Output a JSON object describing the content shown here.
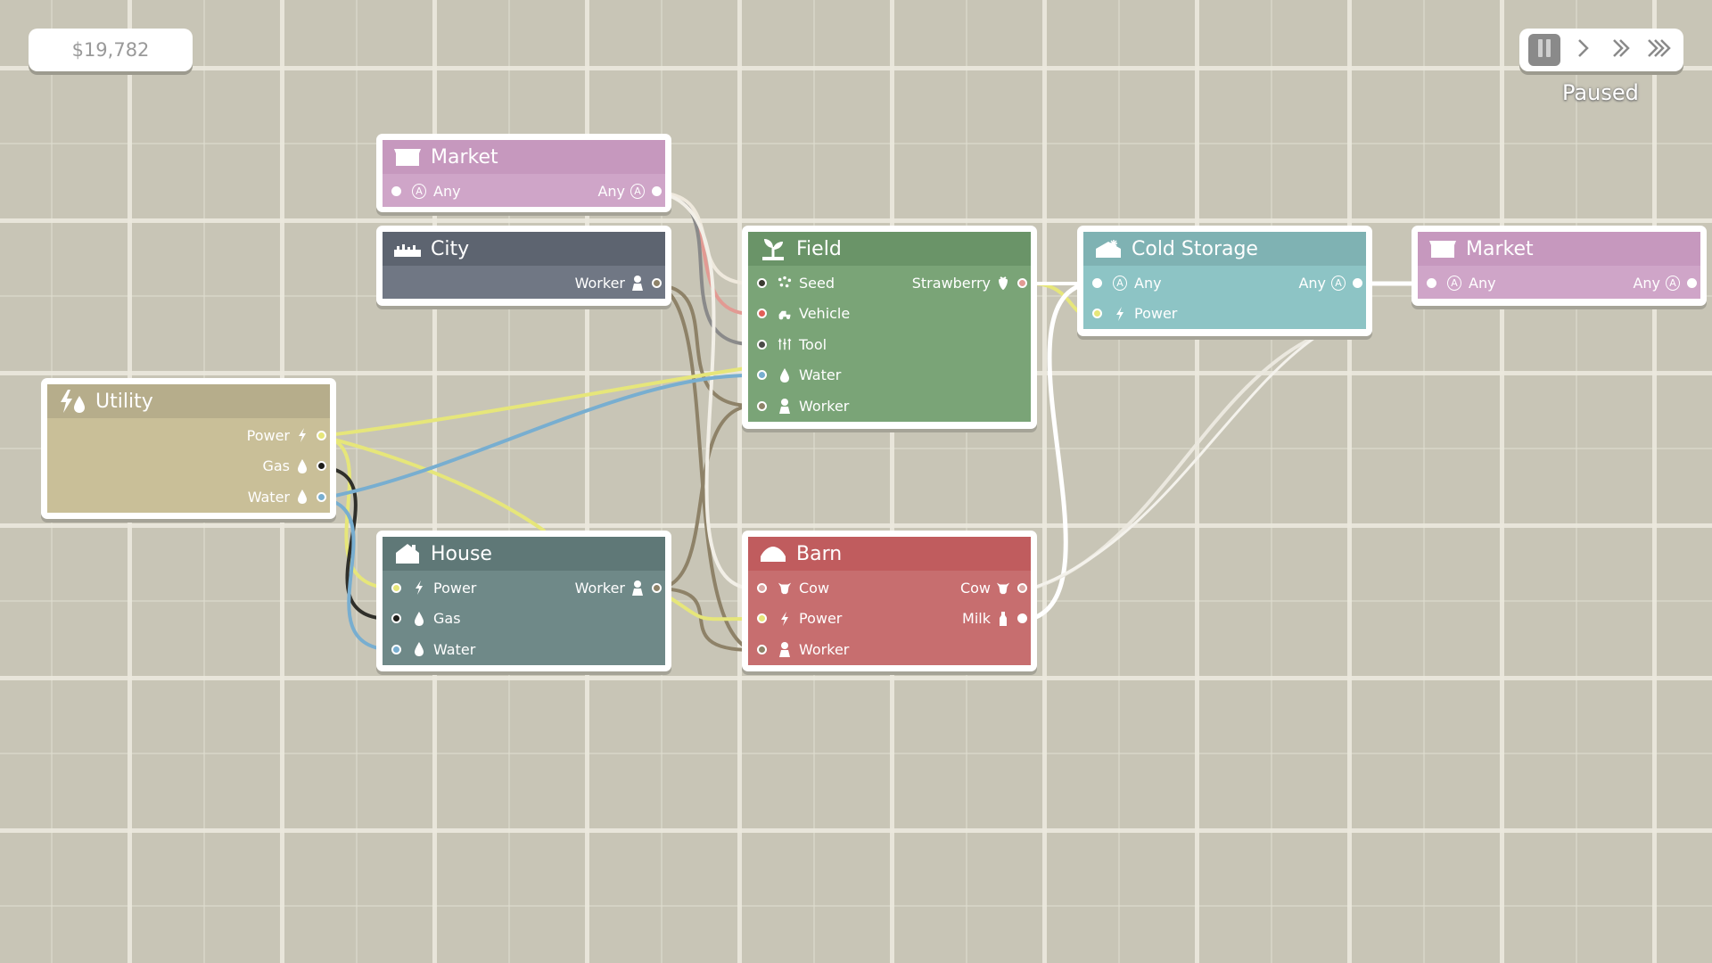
{
  "hud": {
    "money": "$19,782",
    "status": "Paused",
    "speed_buttons": [
      {
        "icon": "pause-icon",
        "active": true
      },
      {
        "icon": "play-icon",
        "active": false
      },
      {
        "icon": "fast-forward-icon",
        "active": false
      },
      {
        "icon": "fastest-forward-icon",
        "active": false
      }
    ]
  },
  "colors": {
    "market": "#c698be",
    "market_body": "#cfa5c8",
    "city": "#5d6470",
    "city_body": "#707784",
    "field": "#6a9468",
    "field_body": "#7aa477",
    "cold_storage": "#7fb2b3",
    "cold_storage_body": "#8dc4c5",
    "utility": "#b6ad8b",
    "utility_body": "#c9bf98",
    "house": "#5f7877",
    "house_body": "#6f8988",
    "barn": "#c05c5e",
    "barn_body": "#c76e6f",
    "wire_power": "#e6e67a",
    "wire_gas": "#2f2f2a",
    "wire_water": "#78aed0",
    "wire_worker": "#8e8268",
    "wire_vehicle": "#e29a93",
    "wire_tool": "#8a8a8a",
    "wire_white": "#ffffff"
  },
  "nodes": {
    "market1": {
      "title": "Market",
      "icon": "market-icon",
      "rows": [
        {
          "left": "Any",
          "right": "Any"
        }
      ]
    },
    "city": {
      "title": "City",
      "icon": "city-icon",
      "rows": [
        {
          "left": "",
          "right": "Worker"
        }
      ]
    },
    "field": {
      "title": "Field",
      "icon": "sprout-icon",
      "rows": [
        {
          "left": "Seed",
          "right": "Strawberry"
        },
        {
          "left": "Vehicle",
          "right": ""
        },
        {
          "left": "Tool",
          "right": ""
        },
        {
          "left": "Water",
          "right": ""
        },
        {
          "left": "Worker",
          "right": ""
        }
      ]
    },
    "cold_storage": {
      "title": "Cold Storage",
      "icon": "cold-storage-icon",
      "rows": [
        {
          "left": "Any",
          "right": "Any"
        },
        {
          "left": "Power",
          "right": ""
        }
      ]
    },
    "market2": {
      "title": "Market",
      "icon": "market-icon",
      "rows": [
        {
          "left": "Any",
          "right": "Any"
        }
      ]
    },
    "utility": {
      "title": "Utility",
      "icon": "utility-icon",
      "rows": [
        {
          "left": "",
          "right": "Power"
        },
        {
          "left": "",
          "right": "Gas"
        },
        {
          "left": "",
          "right": "Water"
        }
      ]
    },
    "house": {
      "title": "House",
      "icon": "house-icon",
      "rows": [
        {
          "left": "Power",
          "right": "Worker"
        },
        {
          "left": "Gas",
          "right": ""
        },
        {
          "left": "Water",
          "right": ""
        }
      ]
    },
    "barn": {
      "title": "Barn",
      "icon": "barn-icon",
      "rows": [
        {
          "left": "Cow",
          "right": "Cow"
        },
        {
          "left": "Power",
          "right": "Milk"
        },
        {
          "left": "Worker",
          "right": ""
        }
      ]
    }
  }
}
